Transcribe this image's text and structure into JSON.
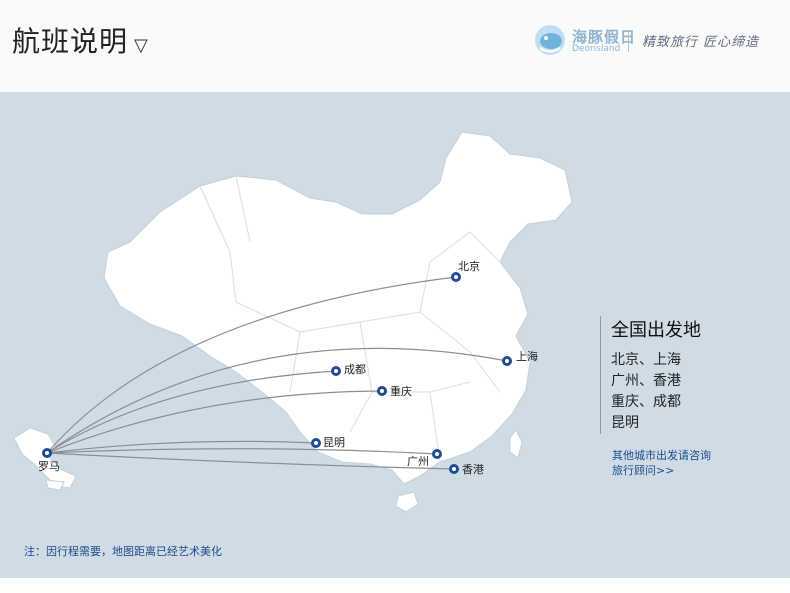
{
  "header": {
    "title": "航班说明",
    "title_toggle_glyph": "▽",
    "logo": {
      "brand_cn": "海豚假日",
      "brand_en": "Deorisland",
      "slogan": "精致旅行 匠心缔造",
      "icon": "dolphin-logo-icon"
    }
  },
  "map": {
    "origin": {
      "name": "罗马"
    },
    "cities": [
      {
        "key": "beijing",
        "name": "北京"
      },
      {
        "key": "shanghai",
        "name": "上海"
      },
      {
        "key": "chengdu",
        "name": "成都"
      },
      {
        "key": "chongqing",
        "name": "重庆"
      },
      {
        "key": "kunming",
        "name": "昆明"
      },
      {
        "key": "guangzhou",
        "name": "广州"
      },
      {
        "key": "hongkong",
        "name": "香港"
      }
    ],
    "colors": {
      "land": "#ffffff",
      "sea": "#cfdce6",
      "route": "#8a8f94",
      "marker": "#1f4b8f"
    }
  },
  "info": {
    "title": "全国出发地",
    "lines": [
      "北京、上海",
      "广州、香港",
      "重庆、成都",
      "昆明"
    ],
    "consult_line1": "其他城市出发请咨询",
    "consult_line2": "旅行顾问>>"
  },
  "note": "注：因行程需要，地图距离已经艺术美化"
}
